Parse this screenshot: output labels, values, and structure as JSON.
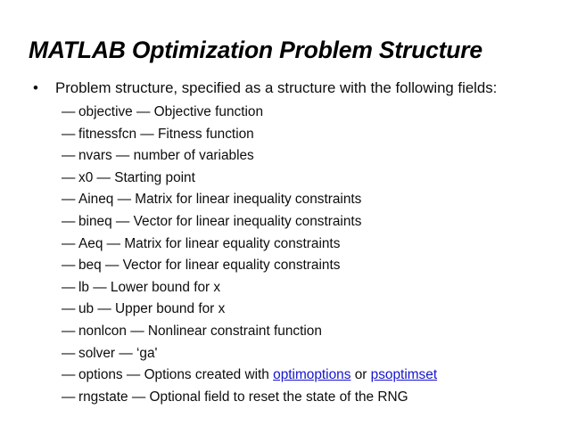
{
  "slide": {
    "title": "MATLAB Optimization Problem Structure",
    "background_color": "#ffffff",
    "text_color": "#0d0d0d",
    "link_color": "#1414cc",
    "bullet_marker_level1": "•",
    "bullet_marker_level2": "—",
    "intro": {
      "text": "Problem structure, specified as a structure with the following fields:"
    },
    "fields": [
      {
        "text": "objective — Objective function"
      },
      {
        "text": "fitnessfcn — Fitness function"
      },
      {
        "text": "nvars — number of variables"
      },
      {
        "text": "x0 — Starting point"
      },
      {
        "text": "Aineq — Matrix for linear inequality constraints"
      },
      {
        "text": "bineq — Vector for linear inequality constraints"
      },
      {
        "text": "Aeq — Matrix for linear equality constraints"
      },
      {
        "text": "beq — Vector for linear equality constraints"
      },
      {
        "text": "lb — Lower bound for x"
      },
      {
        "text": "ub — Upper bound for x"
      },
      {
        "text": "nonlcon — Nonlinear constraint function"
      },
      {
        "text": "solver — ‘ga'"
      },
      {
        "rich": true,
        "prefix": "options — Options created with ",
        "link1": "optimoptions",
        "middle": " or ",
        "link2": "psoptimset",
        "suffix": ""
      },
      {
        "text": "rngstate — Optional field to reset the state of the RNG"
      }
    ]
  }
}
